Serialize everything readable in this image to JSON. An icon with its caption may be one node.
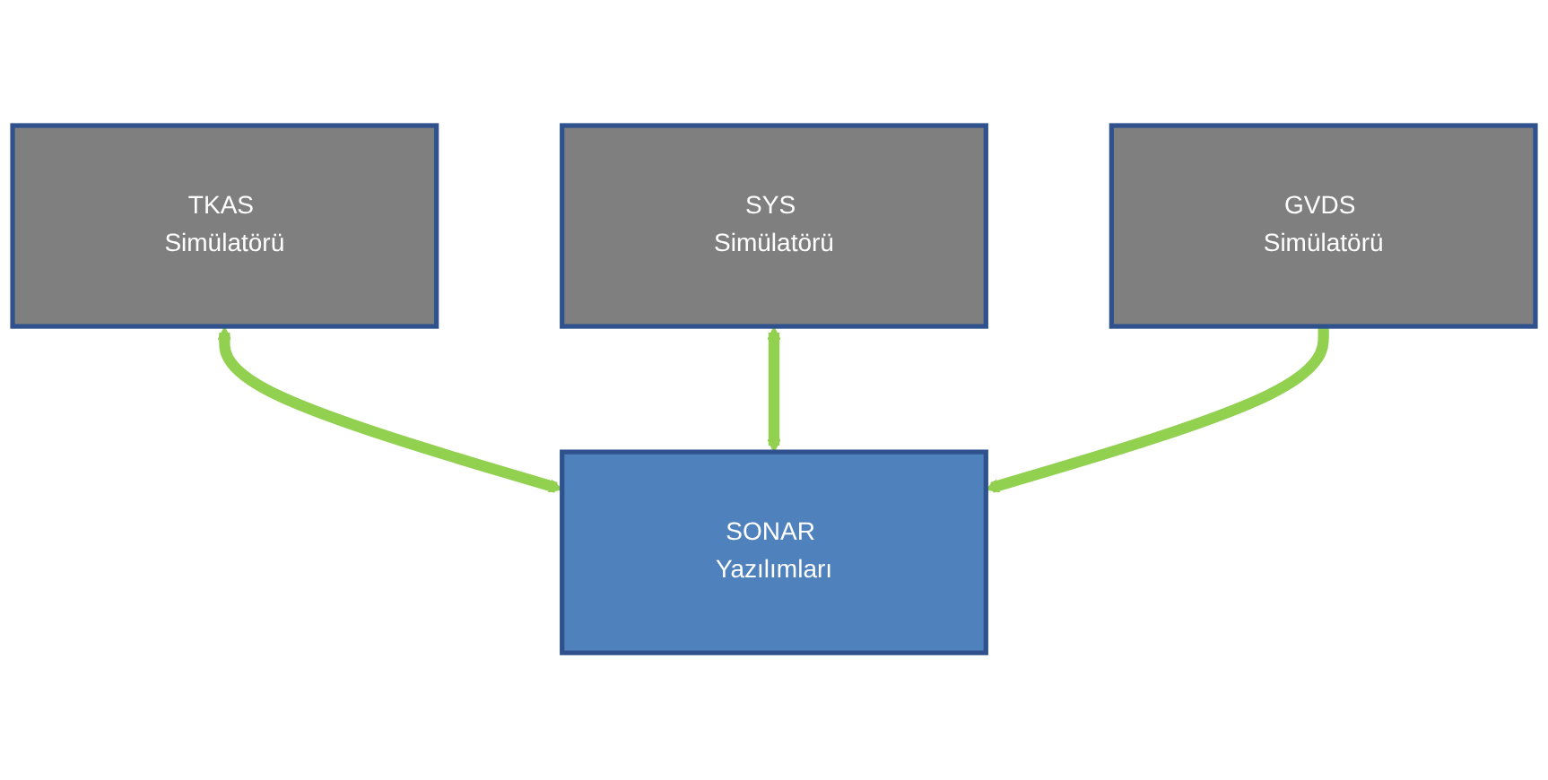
{
  "diagram": {
    "nodes": [
      {
        "text": [
          "TKAS Simülatörü"
        ]
      },
      {
        "text": [
          "SYS Simülatörü"
        ]
      },
      {
        "text": [
          "SONAR Yazılımları"
        ]
      },
      {
        "text": [
          "GVDS Simülatörü"
        ]
      }
    ],
    "edges": [
      {
        "from": 0,
        "to": 2,
        "arrow": "both"
      },
      {
        "from": 1,
        "to": 2,
        "arrow": "both"
      },
      {
        "from": 3,
        "to": 2,
        "arrow": "to"
      }
    ]
  }
}
